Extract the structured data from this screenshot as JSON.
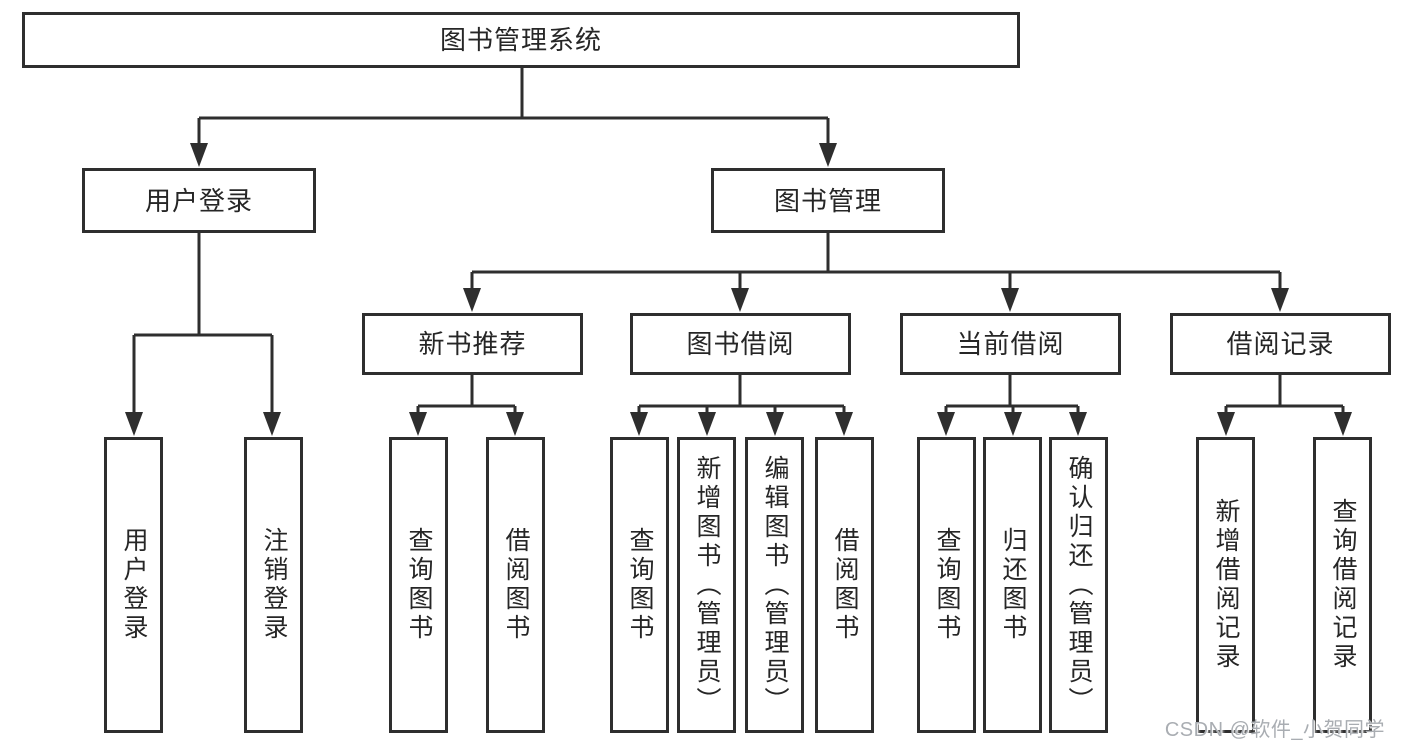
{
  "nodes": {
    "root": {
      "label": "图书管理系统"
    },
    "level2": [
      {
        "label": "用户登录"
      },
      {
        "label": "图书管理"
      }
    ],
    "level3": [
      {
        "label": "新书推荐"
      },
      {
        "label": "图书借阅"
      },
      {
        "label": "当前借阅"
      },
      {
        "label": "借阅记录"
      }
    ],
    "leaves_user_login": [
      {
        "label": "用户登录"
      },
      {
        "label": "注销登录"
      }
    ],
    "leaves_new_book": [
      {
        "label": "查询图书"
      },
      {
        "label": "借阅图书"
      }
    ],
    "leaves_borrow": [
      {
        "label": "查询图书"
      },
      {
        "label": "新增图书（管理员）"
      },
      {
        "label": "编辑图书（管理员）"
      },
      {
        "label": "借阅图书"
      }
    ],
    "leaves_current": [
      {
        "label": "查询图书"
      },
      {
        "label": "归还图书"
      },
      {
        "label": "确认归还（管理员）"
      }
    ],
    "leaves_record": [
      {
        "label": "新增借阅记录"
      },
      {
        "label": "查询借阅记录"
      }
    ]
  },
  "watermark": "CSDN @软件_小贺同学",
  "colors": {
    "line": "#2e2e2e",
    "border": "#2e2e2e",
    "text": "#262626",
    "background": "#ffffff",
    "watermark": "#a9adb2"
  }
}
